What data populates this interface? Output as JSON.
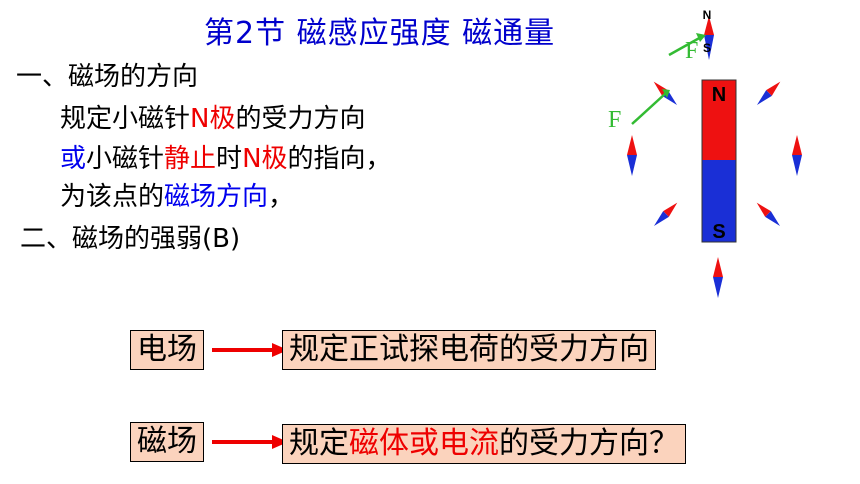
{
  "title": "第2节  磁感应强度    磁通量",
  "section1": {
    "heading": "一、磁场的方向",
    "line1": {
      "a": "规定小磁针",
      "b": "N极",
      "c": "的受力方向"
    },
    "line2": {
      "a": "或",
      "b": "小磁针",
      "c": "静止",
      "d": "时",
      "e": "N极",
      "f": "的指向，"
    },
    "line3": {
      "a": "为该点的",
      "b": "磁场方向",
      "c": "，"
    }
  },
  "section2": {
    "heading": "二、磁场的强弱(B)"
  },
  "rows": [
    {
      "left": "电场",
      "right": "规定正试探电荷的受力方向"
    },
    {
      "left": "磁场",
      "right_a": "规定",
      "right_b": "磁体或电流",
      "right_c": "的受力方向？"
    }
  ],
  "diagram": {
    "magnet_n": "N",
    "magnet_s": "S",
    "top_needle_n": "N",
    "top_needle_s": "S",
    "force_label_1": "F",
    "force_label_2": "F"
  },
  "colors": {
    "title": "#0000cc",
    "highlight_red": "#ee0000",
    "highlight_blue": "#0000ee",
    "box_fill": "#fbd3bd",
    "magnet_north": "#ee1111",
    "magnet_south": "#1a2fd6",
    "force_arrow": "#33bb33"
  }
}
